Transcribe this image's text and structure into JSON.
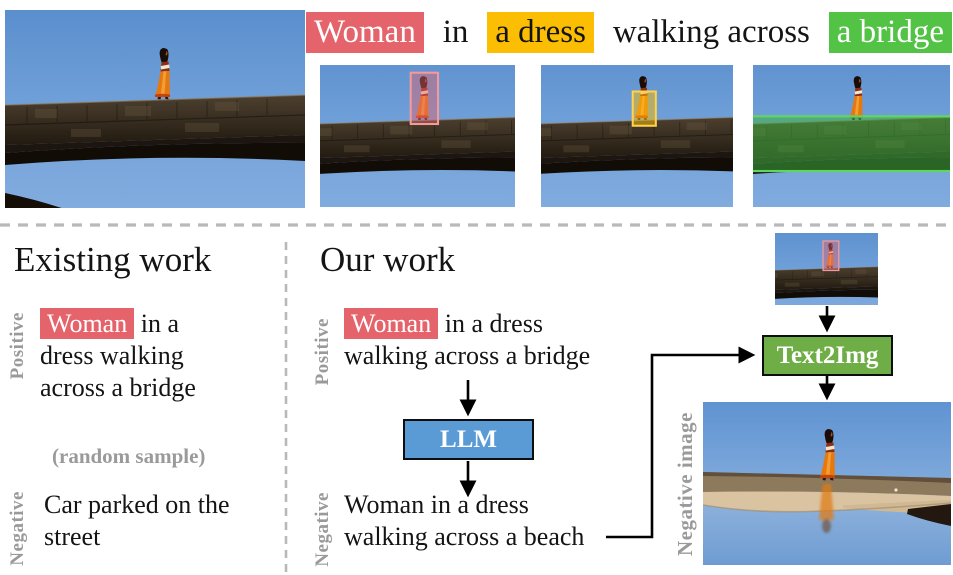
{
  "colors": {
    "highlight-red": "#e5646c",
    "highlight-yellow": "#fcbe03",
    "highlight-green": "#53c345",
    "llm-blue": "#5b9bd5",
    "text2img-green": "#6fad47",
    "label-gray": "#9a9a9a",
    "divider-gray": "#b9b9b9"
  },
  "caption": {
    "segments": [
      {
        "text": "Woman",
        "highlight": "red"
      },
      {
        "text": "in",
        "highlight": "none"
      },
      {
        "text": "a dress",
        "highlight": "yellow"
      },
      {
        "text": "walking across",
        "highlight": "none"
      },
      {
        "text": "a bridge",
        "highlight": "green"
      }
    ]
  },
  "grounding_examples": [
    {
      "phrase": "Woman",
      "box_color": "red"
    },
    {
      "phrase": "a dress",
      "box_color": "yellow"
    },
    {
      "phrase": "a bridge",
      "box_color": "green"
    }
  ],
  "existing_work": {
    "heading": "Existing work",
    "positive_label": "Positive",
    "positive": {
      "highlighted_word": "Woman",
      "rest_line1": "in a",
      "line2": "dress walking",
      "line3": "across a bridge"
    },
    "random_note": "(random sample)",
    "negative_label": "Negative",
    "negative_line1": "Car parked on the",
    "negative_line2": "street"
  },
  "our_work": {
    "heading": "Our work",
    "positive_label": "Positive",
    "positive": {
      "highlighted_word": "Woman",
      "rest_line1": "in a dress",
      "line2": "walking across a bridge"
    },
    "llm_box_label": "LLM",
    "negative_label": "Negative",
    "negative_line1": "Woman in a dress",
    "negative_line2": "walking across a beach",
    "text2img_box_label": "Text2Img",
    "negative_image_label": "Negative image"
  }
}
